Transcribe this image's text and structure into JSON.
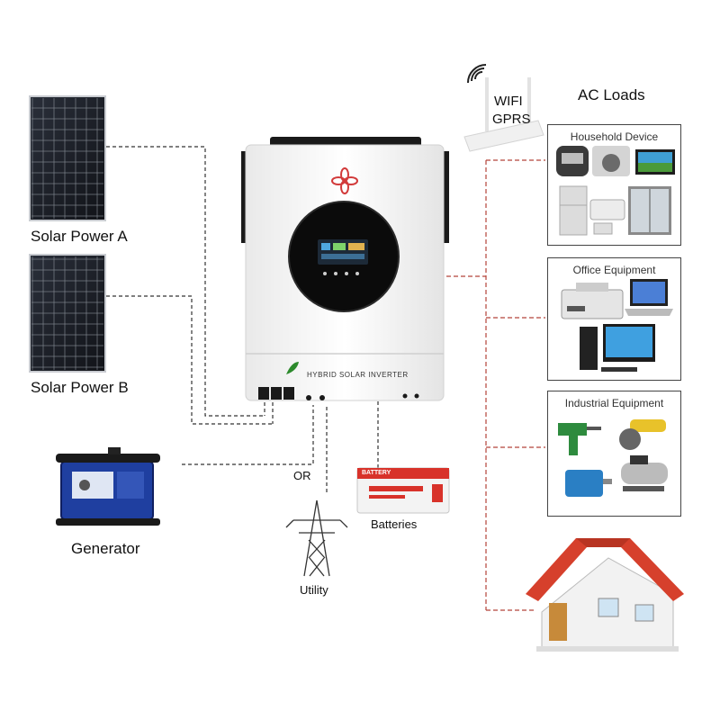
{
  "labels": {
    "solar_a": "Solar Power A",
    "solar_b": "Solar Power B",
    "generator": "Generator",
    "or": "OR",
    "utility": "Utility",
    "batteries": "Batteries",
    "wifi": "WIFI",
    "gprs": "GPRS",
    "ac_loads": "AC Loads",
    "inverter_name": "HYBRID SOLAR INVERTER",
    "battery_brand": "BATTERY"
  },
  "load_groups": [
    {
      "title": "Household Device"
    },
    {
      "title": "Office Equipment"
    },
    {
      "title": "Industrial Equipment"
    }
  ],
  "colors": {
    "solar_wire": "#333333",
    "ac_wire": "#b5443a",
    "battery_red": "#d8322a",
    "roof_red": "#d6402c",
    "inverter_body": "#f7f7f7"
  },
  "icons": [
    "solar-panel-icon",
    "inverter-icon",
    "generator-icon",
    "utility-tower-icon",
    "battery-icon",
    "wifi-router-icon",
    "house-icon"
  ]
}
